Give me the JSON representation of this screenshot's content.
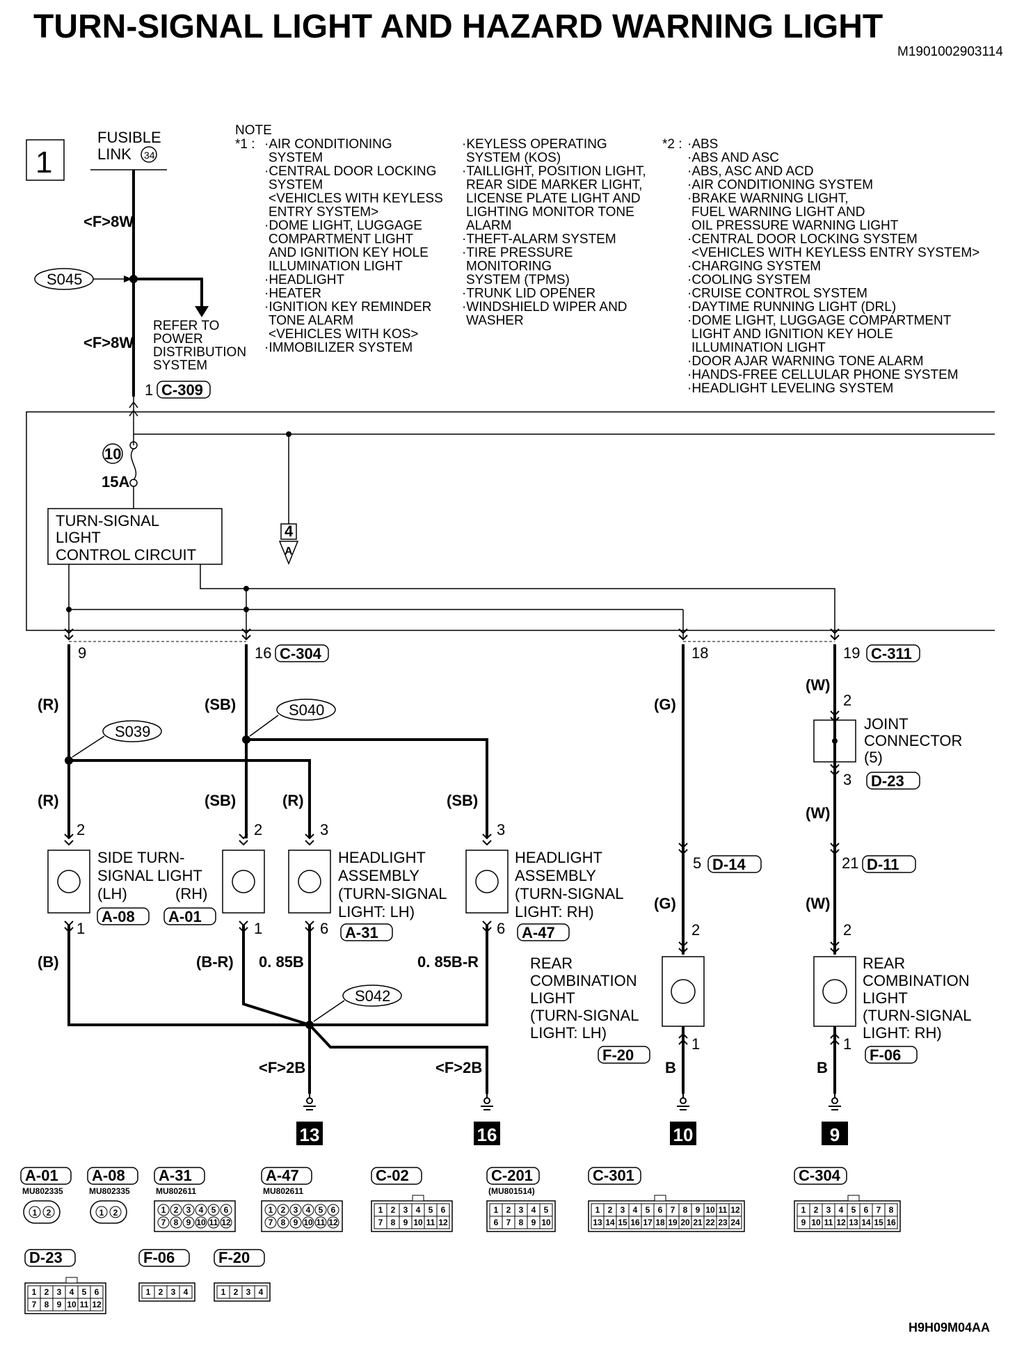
{
  "title": "TURN-SIGNAL LIGHT AND HAZARD WARNING LIGHT",
  "doc_code": "M1901002903114",
  "figure_code": "H9H09M04AA",
  "page_number": "1",
  "fusible_link": {
    "line1": "FUSIBLE",
    "line2": "LINK",
    "number": "34"
  },
  "wire_sizes": {
    "top": "<F>8W",
    "middle": "<F>8W",
    "gnd_left": "<F>2B",
    "gnd_right": "<F>2B",
    "w085b": "0. 85B",
    "w085br": "0. 85B-R"
  },
  "refer": [
    "REFER TO",
    "POWER",
    "DISTRIBUTION",
    "SYSTEM"
  ],
  "splices": {
    "s045": "S045",
    "s039": "S039",
    "s040": "S040",
    "s042": "S042"
  },
  "note_heading": "NOTE",
  "note1_marker": "*1 :",
  "note1_col1": [
    "·AIR CONDITIONING",
    "SYSTEM",
    "·CENTRAL DOOR LOCKING",
    "SYSTEM",
    "<VEHICLES WITH KEYLESS",
    "ENTRY SYSTEM>",
    "·DOME LIGHT, LUGGAGE",
    "COMPARTMENT LIGHT",
    "AND IGNITION KEY HOLE",
    "ILLUMINATION LIGHT",
    "·HEADLIGHT",
    "·HEATER",
    "·IGNITION KEY REMINDER",
    "TONE ALARM",
    "<VEHICLES WITH KOS>",
    "·IMMOBILIZER SYSTEM"
  ],
  "note1_col2": [
    "·KEYLESS OPERATING",
    "SYSTEM (KOS)",
    "·TAILLIGHT, POSITION LIGHT,",
    "REAR SIDE MARKER LIGHT,",
    "LICENSE PLATE LIGHT AND",
    "LIGHTING MONITOR TONE",
    "ALARM",
    "·THEFT-ALARM SYSTEM",
    "·TIRE PRESSURE",
    "MONITORING",
    "SYSTEM (TPMS)",
    "·TRUNK LID OPENER",
    "·WINDSHIELD WIPER AND",
    "WASHER"
  ],
  "note2_marker": "*2 :",
  "note2_col": [
    "·ABS",
    "·ABS AND ASC",
    "·ABS, ASC AND ACD",
    "·AIR CONDITIONING SYSTEM",
    "·BRAKE WARNING LIGHT,",
    "FUEL WARNING LIGHT AND",
    "OIL PRESSURE WARNING LIGHT",
    "·CENTRAL DOOR LOCKING SYSTEM",
    "<VEHICLES WITH KEYLESS ENTRY SYSTEM>",
    "·CHARGING SYSTEM",
    "·COOLING SYSTEM",
    "·CRUISE CONTROL SYSTEM",
    "·DAYTIME RUNNING LIGHT (DRL)",
    "·DOME LIGHT, LUGGAGE COMPARTMENT",
    "LIGHT AND IGNITION KEY HOLE",
    "ILLUMINATION LIGHT",
    "·DOOR AJAR WARNING TONE ALARM",
    "·HANDS-FREE CELLULAR PHONE SYSTEM",
    "·HEADLIGHT LEVELING SYSTEM"
  ],
  "fuse": {
    "number": "10",
    "rating": "15A"
  },
  "control_circuit": [
    "TURN-SIGNAL",
    "LIGHT",
    "CONTROL CIRCUIT"
  ],
  "offpage": {
    "number": "4",
    "letter": "A"
  },
  "terminals": {
    "c309_pin": "1",
    "c304_pin9": "9",
    "c304_pin16": "16",
    "c311_pin18": "18",
    "c311_pin19": "19",
    "side_lh_top": "2",
    "side_lh_bot": "1",
    "side_rh_top": "2",
    "side_rh_bot": "1",
    "hl_lh_top": "3",
    "hl_lh_bot": "6",
    "hl_rh_top": "3",
    "hl_rh_bot": "6",
    "jc_top": "2",
    "jc_bot": "3",
    "d14_pin": "5",
    "d11_pin": "21",
    "rc_lh_top": "2",
    "rc_lh_bot": "1",
    "rc_rh_top": "2",
    "rc_rh_bot": "1"
  },
  "connectors": {
    "c309": "C-309",
    "c304": "C-304",
    "c311": "C-311",
    "a08": "A-08",
    "a01": "A-01",
    "a31": "A-31",
    "a47": "A-47",
    "d23": "D-23",
    "d14": "D-14",
    "d11": "D-11",
    "f20": "F-20",
    "f06": "F-06"
  },
  "wire_colors": {
    "r1": "(R)",
    "r2": "(R)",
    "r3": "(R)",
    "sb1": "(SB)",
    "sb2": "(SB)",
    "sb3": "(SB)",
    "b": "(B)",
    "br": "(B-R)",
    "g1": "(G)",
    "g2": "(G)",
    "w1": "(W)",
    "w2": "(W)",
    "w3": "(W)",
    "b_lh": "B",
    "b_rh": "B"
  },
  "components": {
    "side_light": [
      "SIDE TURN-",
      "SIGNAL LIGHT",
      "(LH)",
      "(RH)"
    ],
    "hl_lh": [
      "HEADLIGHT",
      "ASSEMBLY",
      "(TURN-SIGNAL",
      "LIGHT: LH)"
    ],
    "hl_rh": [
      "HEADLIGHT",
      "ASSEMBLY",
      "(TURN-SIGNAL",
      "LIGHT: RH)"
    ],
    "joint": [
      "JOINT",
      "CONNECTOR",
      "(5)"
    ],
    "rc_lh": [
      "REAR",
      "COMBINATION",
      "LIGHT",
      "(TURN-SIGNAL",
      "LIGHT: LH)"
    ],
    "rc_rh": [
      "REAR",
      "COMBINATION",
      "LIGHT",
      "(TURN-SIGNAL",
      "LIGHT: RH)"
    ]
  },
  "grounds": [
    "13",
    "16",
    "10",
    "9"
  ],
  "legend": [
    {
      "id": "A-01",
      "part": "MU802335",
      "pins": [
        "1",
        "2"
      ]
    },
    {
      "id": "A-08",
      "part": "MU802335",
      "pins": [
        "1",
        "2"
      ]
    },
    {
      "id": "A-31",
      "part": "MU802611",
      "pins": [
        "1",
        "2",
        "3",
        "4",
        "5",
        "6",
        "7",
        "8",
        "9",
        "10",
        "11",
        "12"
      ]
    },
    {
      "id": "A-47",
      "part": "MU802611",
      "pins": [
        "1",
        "2",
        "3",
        "4",
        "5",
        "6",
        "7",
        "8",
        "9",
        "10",
        "11",
        "12"
      ]
    },
    {
      "id": "C-02",
      "part": "",
      "pins": [
        "1",
        "2",
        "3",
        "4",
        "5",
        "6",
        "7",
        "8",
        "9",
        "10",
        "11",
        "12"
      ]
    },
    {
      "id": "C-201",
      "part": "(MU801514)",
      "pins": [
        "1",
        "2",
        "3",
        "4",
        "5",
        "6",
        "7",
        "8",
        "9",
        "10"
      ]
    },
    {
      "id": "C-301",
      "part": "",
      "pins": [
        "1",
        "2",
        "3",
        "4",
        "5",
        "6",
        "7",
        "8",
        "9",
        "10",
        "11",
        "12",
        "13",
        "14",
        "15",
        "16",
        "17",
        "18",
        "19",
        "20",
        "21",
        "22",
        "23",
        "24"
      ]
    },
    {
      "id": "C-304",
      "part": "",
      "pins": [
        "1",
        "2",
        "3",
        "4",
        "5",
        "6",
        "7",
        "8",
        "9",
        "10",
        "11",
        "12",
        "13",
        "14",
        "15",
        "16"
      ]
    },
    {
      "id": "D-23",
      "part": "",
      "pins": [
        "1",
        "2",
        "3",
        "4",
        "5",
        "6",
        "7",
        "8",
        "9",
        "10",
        "11",
        "12"
      ]
    },
    {
      "id": "F-06",
      "part": "",
      "pins": [
        "1",
        "2",
        "3",
        "4"
      ]
    },
    {
      "id": "F-20",
      "part": "",
      "pins": [
        "1",
        "2",
        "3",
        "4"
      ]
    }
  ]
}
